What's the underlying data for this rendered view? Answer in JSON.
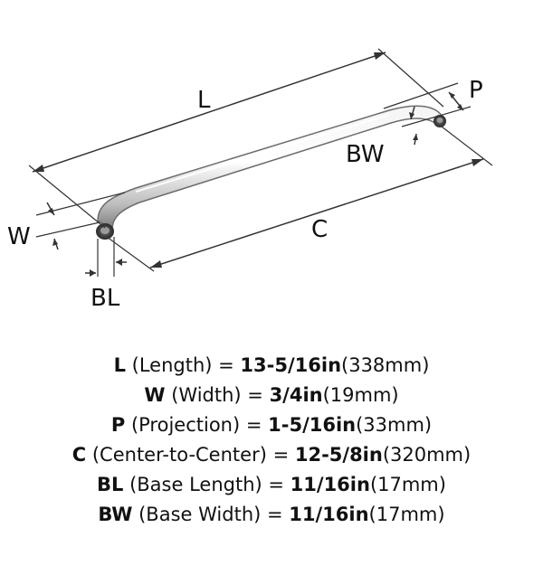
{
  "diagram": {
    "labels": {
      "length": "L",
      "width": "W",
      "projection": "P",
      "center": "C",
      "base_length": "BL",
      "base_width": "BW"
    }
  },
  "specs": [
    {
      "key": "L",
      "name": " (Length) = ",
      "imperial": "13-5/16in",
      "metric": "(338mm)"
    },
    {
      "key": "W",
      "name": " (Width) = ",
      "imperial": "3/4in",
      "metric": "(19mm)"
    },
    {
      "key": "P",
      "name": " (Projection) = ",
      "imperial": "1-5/16in",
      "metric": "(33mm)"
    },
    {
      "key": "C",
      "name": " (Center-to-Center) = ",
      "imperial": "12-5/8in",
      "metric": "(320mm)"
    },
    {
      "key": "BL",
      "name": " (Base Length) = ",
      "imperial": "11/16in",
      "metric": "(17mm)"
    },
    {
      "key": "BW",
      "name": " (Base Width) = ",
      "imperial": "11/16in",
      "metric": "(17mm)"
    }
  ]
}
